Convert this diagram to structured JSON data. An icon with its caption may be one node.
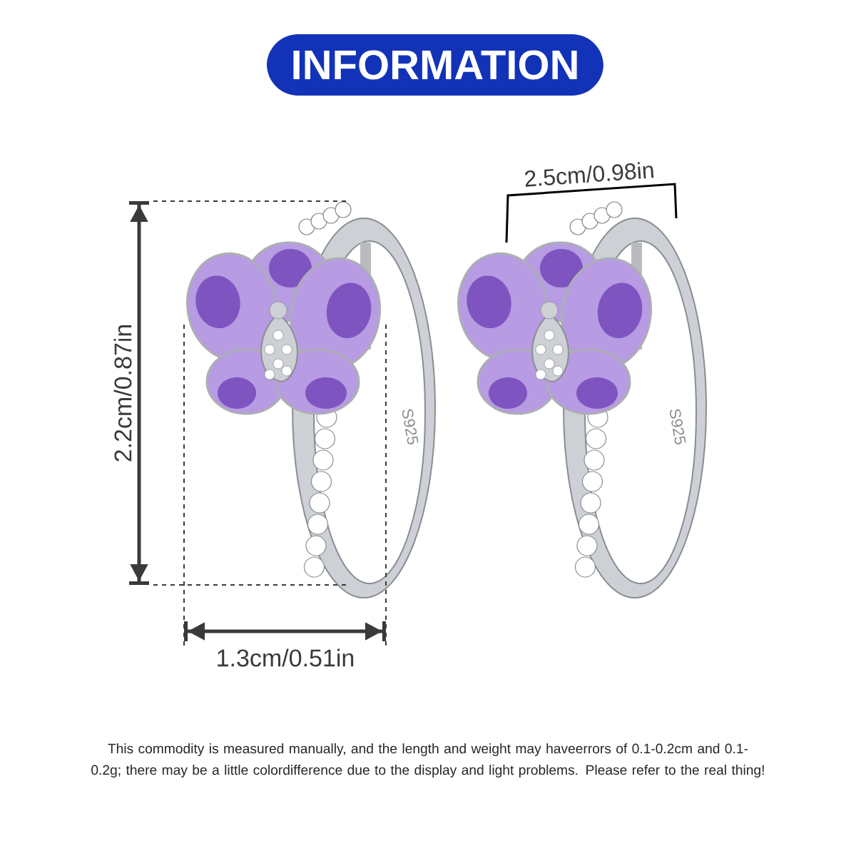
{
  "diagram": {
    "title": "INFORMATION",
    "caption": "This commodity is measured manually, and the length and weight may haveerrors of 0.1-0.2cm and 0.1-0.2g; there may be a little colordifference due to the display and light problems. Please refer to the real thing!",
    "labels": [
      "2.2cm/0.87in",
      "1.3cm/0.51in",
      "2.5cm/0.98in",
      "S925",
      "S925"
    ]
  }
}
